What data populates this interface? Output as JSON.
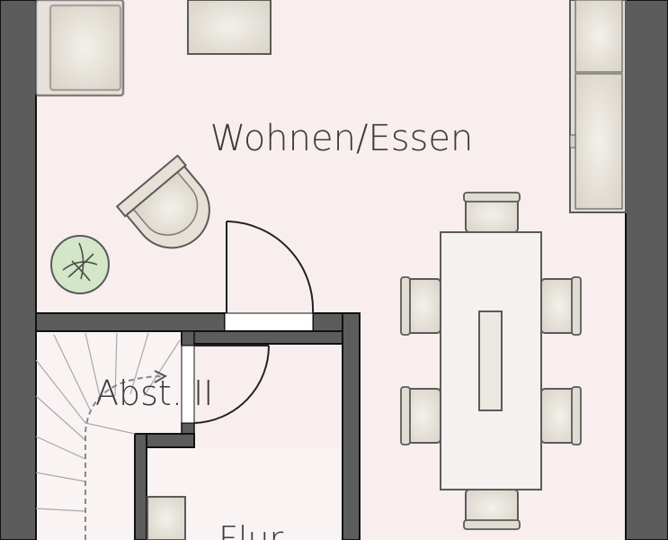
{
  "rooms": {
    "living": {
      "label": "Wohnen/Essen"
    },
    "landing": {
      "label": "Abst. II"
    },
    "hall": {
      "label": "Flur"
    }
  },
  "colors": {
    "wall": "#5c5c5c",
    "wall_outline": "#111111",
    "floor": "#f8eeee",
    "furniture_fill": "#e7e2da",
    "furniture_stroke": "#5a5a5a",
    "chair_fill": "#e0dcd2",
    "plant": "#cfe3c4",
    "door_line": "#222222",
    "stair_line": "#9a9a9a"
  }
}
